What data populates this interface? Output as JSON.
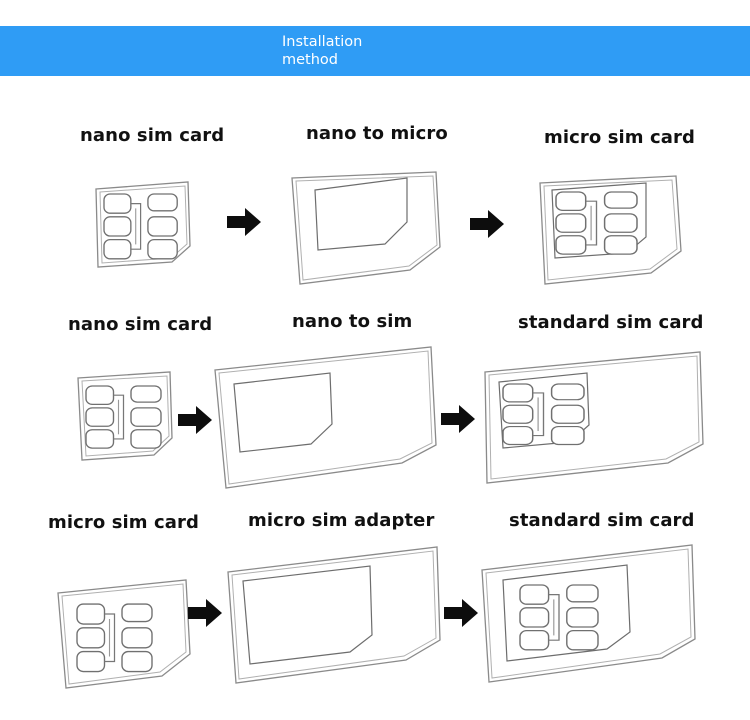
{
  "header": {
    "title": "Installation\nmethod",
    "background": "#2f9cf5"
  },
  "rows": [
    {
      "labels": [
        "nano sim card",
        "nano to micro",
        "micro sim card"
      ]
    },
    {
      "labels": [
        "nano sim card",
        "nano to sim",
        "standard sim card"
      ]
    },
    {
      "labels": [
        "micro sim card",
        "micro sim adapter",
        "standard sim card"
      ]
    }
  ],
  "icons": [
    "sim-card-icon",
    "arrow-right-icon",
    "adapter-icon"
  ]
}
